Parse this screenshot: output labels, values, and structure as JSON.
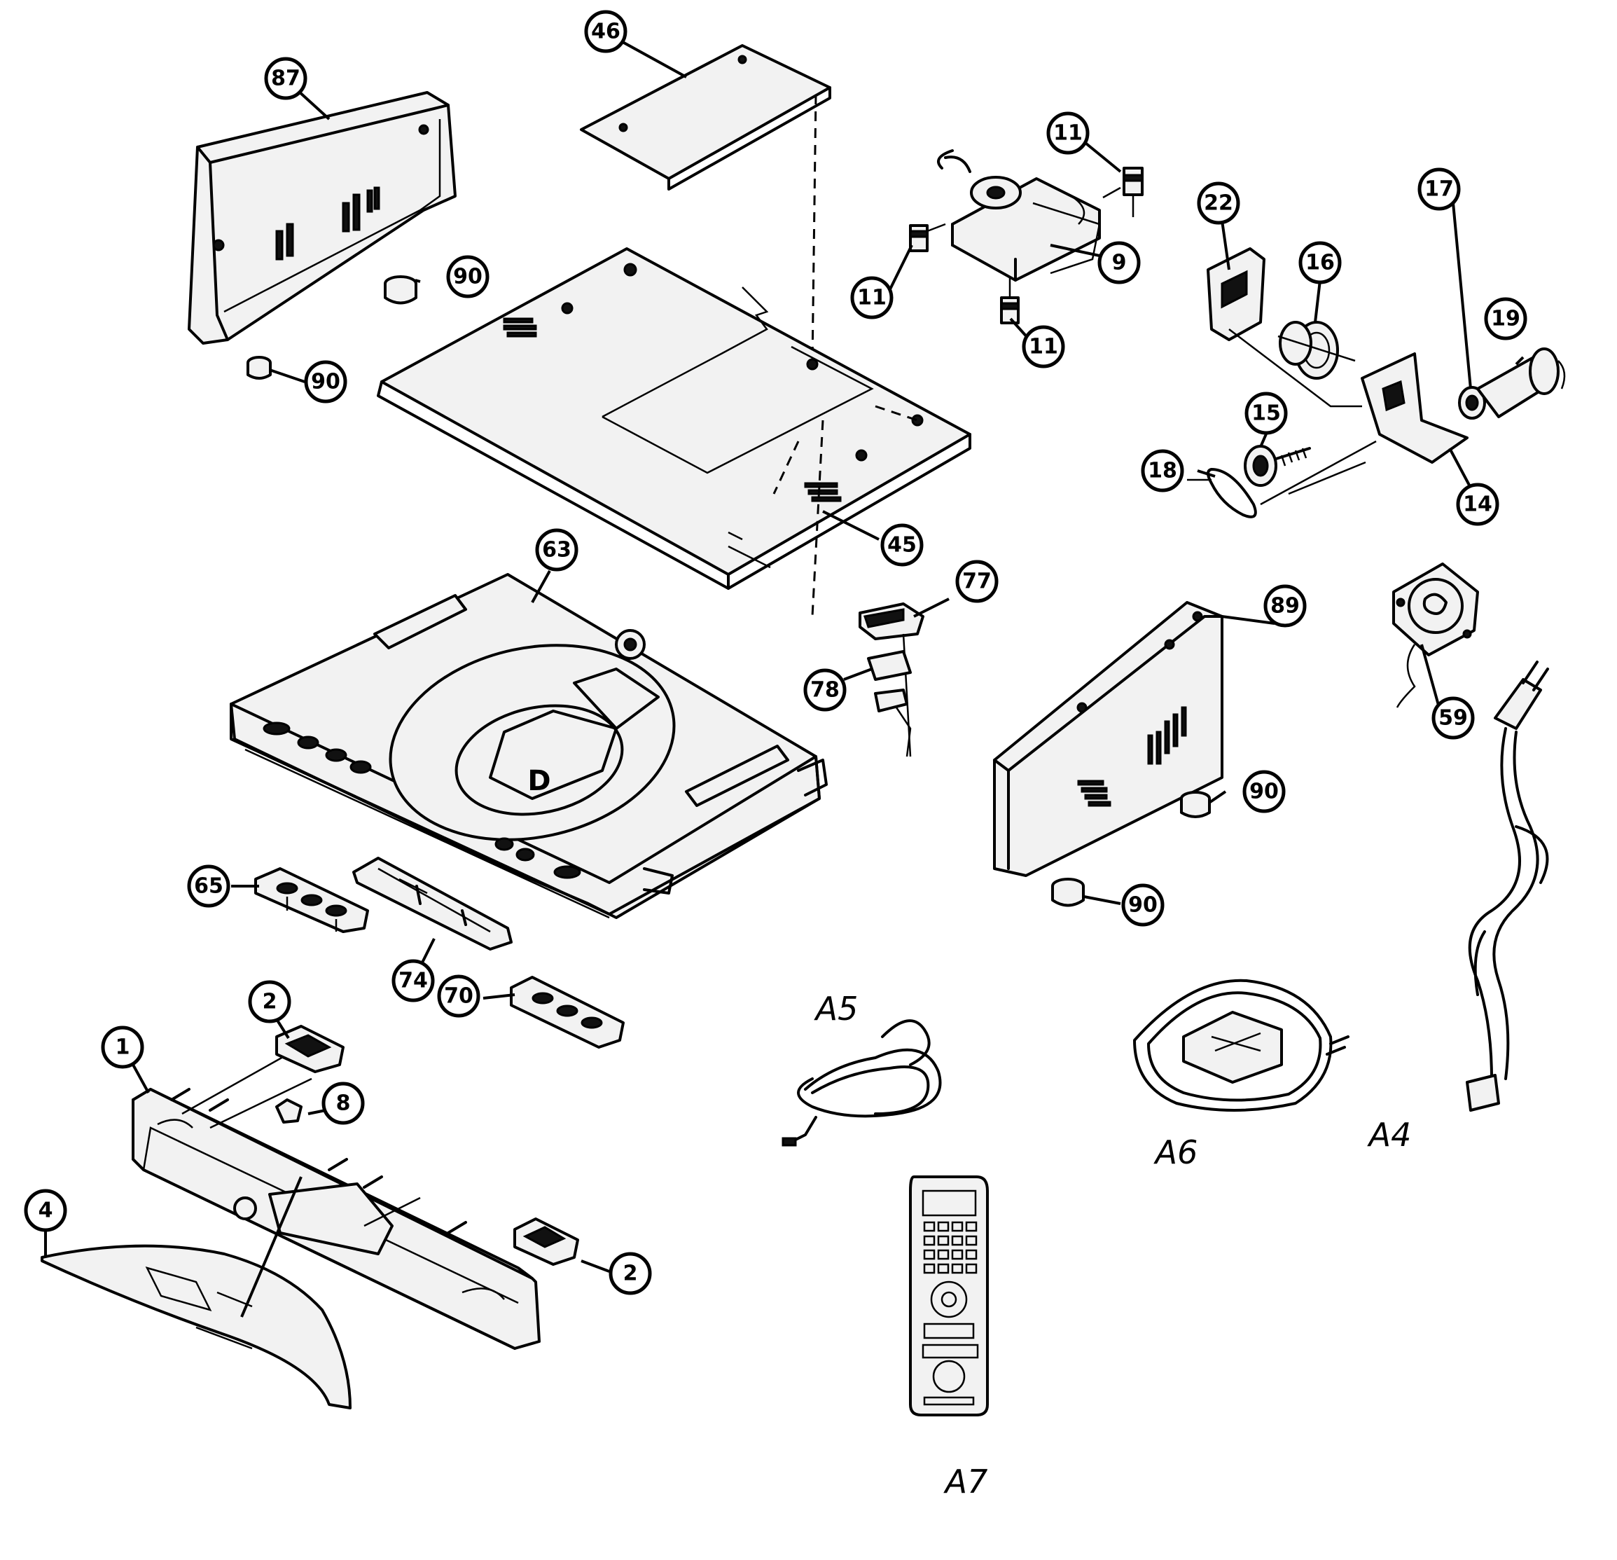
{
  "callouts": [
    {
      "id": "87",
      "label": "87"
    },
    {
      "id": "46",
      "label": "46"
    },
    {
      "id": "11a",
      "label": "11"
    },
    {
      "id": "11b",
      "label": "11"
    },
    {
      "id": "11c",
      "label": "11"
    },
    {
      "id": "9",
      "label": "9"
    },
    {
      "id": "22",
      "label": "22"
    },
    {
      "id": "16",
      "label": "16"
    },
    {
      "id": "17",
      "label": "17"
    },
    {
      "id": "19",
      "label": "19"
    },
    {
      "id": "15",
      "label": "15"
    },
    {
      "id": "18",
      "label": "18"
    },
    {
      "id": "14",
      "label": "14"
    },
    {
      "id": "90a",
      "label": "90"
    },
    {
      "id": "90b",
      "label": "90"
    },
    {
      "id": "90c",
      "label": "90"
    },
    {
      "id": "90d",
      "label": "90"
    },
    {
      "id": "45",
      "label": "45"
    },
    {
      "id": "63",
      "label": "63"
    },
    {
      "id": "77",
      "label": "77"
    },
    {
      "id": "78",
      "label": "78"
    },
    {
      "id": "89",
      "label": "89"
    },
    {
      "id": "59",
      "label": "59"
    },
    {
      "id": "65",
      "label": "65"
    },
    {
      "id": "74",
      "label": "74"
    },
    {
      "id": "70",
      "label": "70"
    },
    {
      "id": "2a",
      "label": "2"
    },
    {
      "id": "2b",
      "label": "2"
    },
    {
      "id": "1",
      "label": "1"
    },
    {
      "id": "8",
      "label": "8"
    },
    {
      "id": "4",
      "label": "4"
    }
  ],
  "plain_labels": [
    {
      "id": "A5",
      "label": "A5"
    },
    {
      "id": "A6",
      "label": "A6"
    },
    {
      "id": "A4",
      "label": "A4"
    },
    {
      "id": "A7",
      "label": "A7"
    }
  ],
  "chassis_mark": "D"
}
